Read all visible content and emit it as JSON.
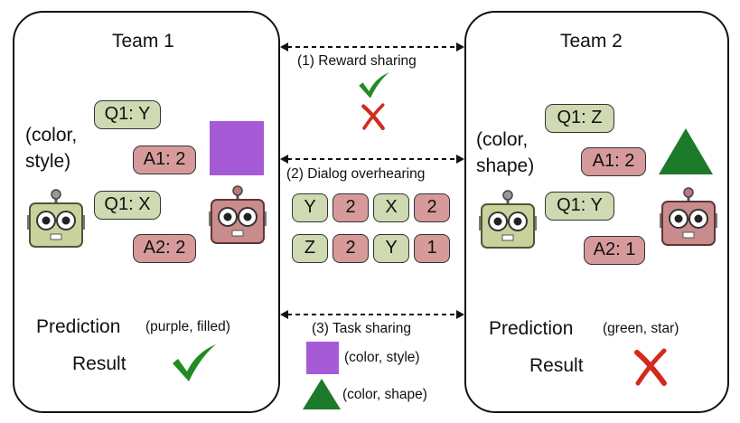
{
  "team1": {
    "title": "Team 1",
    "attributes": "(color,\nstyle)",
    "dialog": [
      "Q1: Y",
      "A1: 2",
      "Q1: X",
      "A2: 2"
    ],
    "prediction_label": "Prediction",
    "prediction_value": "(purple, filled)",
    "result_label": "Result"
  },
  "team2": {
    "title": "Team 2",
    "attributes": "(color,\nshape)",
    "dialog": [
      "Q1: Z",
      "A1: 2",
      "Q1: Y",
      "A2: 1"
    ],
    "prediction_label": "Prediction",
    "prediction_value": "(green, star)",
    "result_label": "Result"
  },
  "middle": {
    "reward_sharing": "(1) Reward sharing",
    "dialog_overhearing": "(2) Dialog overhearing",
    "overheard_row1": [
      "Y",
      "2",
      "X",
      "2"
    ],
    "overheard_row2": [
      "Z",
      "2",
      "Y",
      "1"
    ],
    "task_sharing": "(3) Task sharing",
    "task_team1": "(color, style)",
    "task_team2": "(color, shape)"
  },
  "colors": {
    "question_chip": "#cfd9b2",
    "answer_chip": "#d79a9a",
    "purple": "#a55ad6",
    "green": "#1d7a2a",
    "check_green": "#228b22",
    "cross_red": "#d32a1e"
  }
}
